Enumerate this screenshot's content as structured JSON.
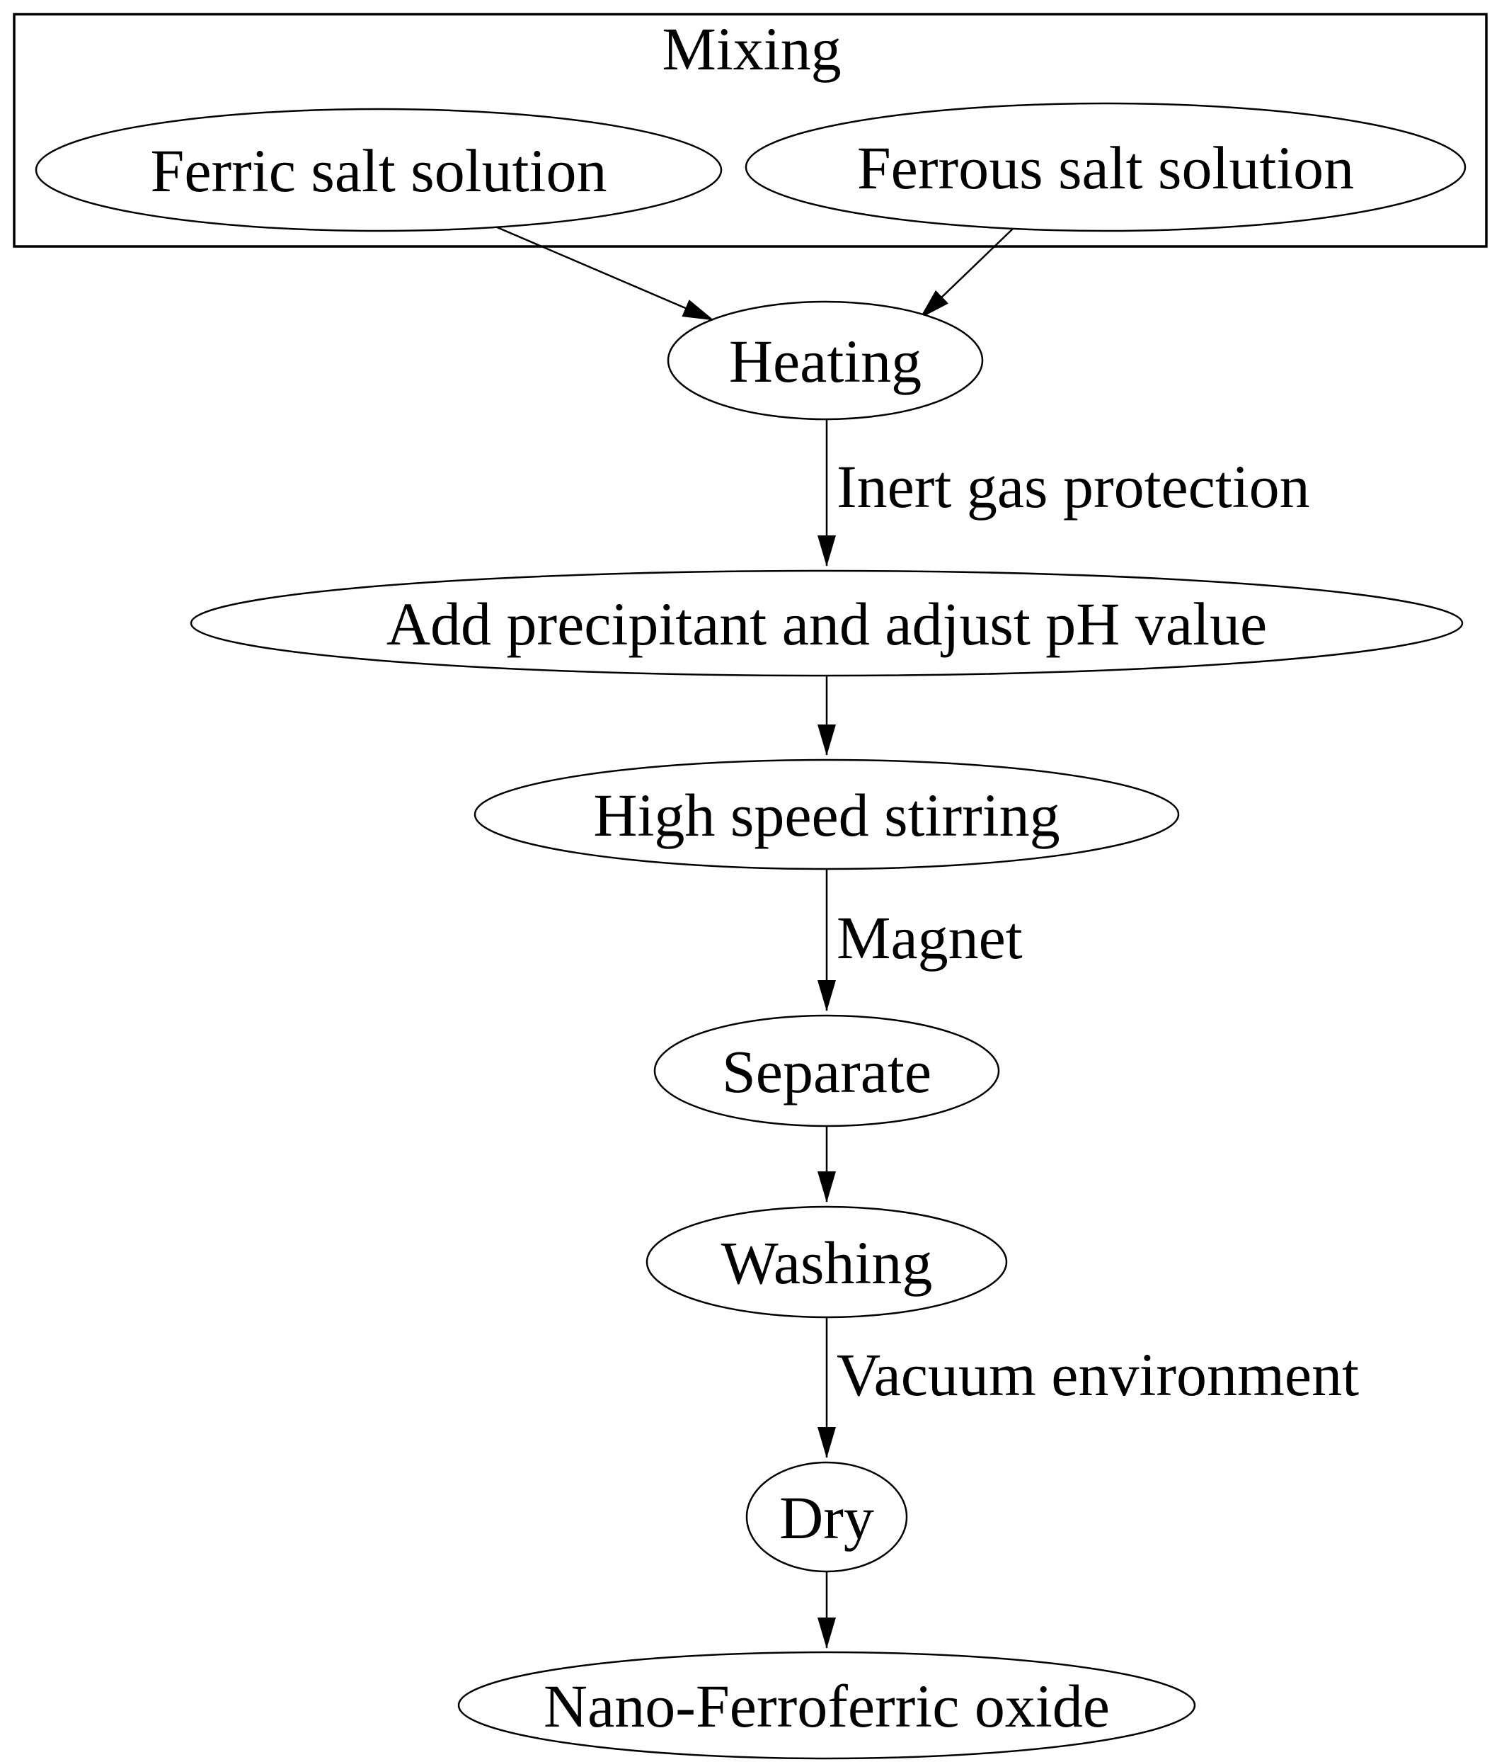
{
  "figure": {
    "type": "flowchart",
    "colors": {
      "background": "#ffffff",
      "stroke": "#000000",
      "text": "#000000"
    }
  },
  "cluster": {
    "label": "Mixing"
  },
  "nodes": {
    "ferric": {
      "label": "Ferric salt solution"
    },
    "ferrous": {
      "label": "Ferrous salt solution"
    },
    "heating": {
      "label": "Heating"
    },
    "precipitant": {
      "label": "Add precipitant and adjust pH value"
    },
    "stirring": {
      "label": "High speed stirring"
    },
    "separate": {
      "label": "Separate"
    },
    "washing": {
      "label": "Washing"
    },
    "dry": {
      "label": "Dry"
    },
    "product": {
      "label": "Nano-Ferroferric oxide"
    }
  },
  "edges": {
    "heating_to_precipitant": {
      "label": "Inert gas protection"
    },
    "stirring_to_separate": {
      "label": "Magnet"
    },
    "washing_to_dry": {
      "label": "Vacuum environment"
    }
  }
}
